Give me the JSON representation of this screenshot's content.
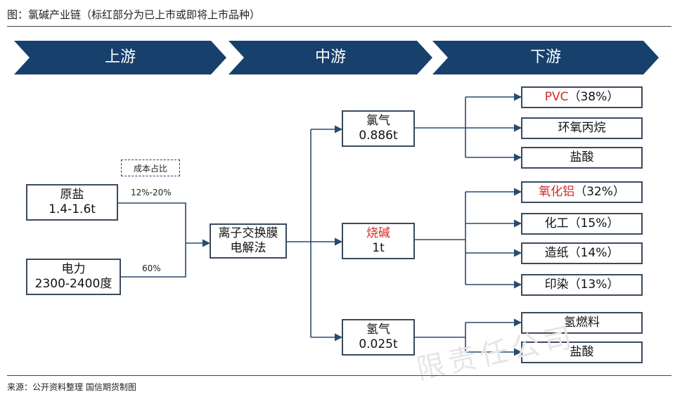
{
  "figure": {
    "title": "图：氯碱产业链（标红部分为已上市或即将上市品种）",
    "source": "来源：公开资料整理 国信期货制图"
  },
  "stages": [
    "上游",
    "中游",
    "下游"
  ],
  "colors": {
    "stage_arrow": "#17406d",
    "connector": "#2a4a6e",
    "highlight": "#d42b25",
    "box_border": "#3b4a5c"
  },
  "upstream": {
    "inputs": [
      {
        "name": "原盐",
        "amount": "1.4-1.6t",
        "cost_share": "12%-20%"
      },
      {
        "name": "电力",
        "amount": "2300-2400度",
        "cost_share": "60%"
      }
    ],
    "cost_label": "成本占比"
  },
  "process": {
    "line1": "离子交换膜",
    "line2": "电解法"
  },
  "midstream": [
    {
      "name": "氯气",
      "amount": "0.886t"
    },
    {
      "name": "烧碱",
      "amount": "1t"
    },
    {
      "name": "氢气",
      "amount": "0.025t"
    }
  ],
  "downstream": {
    "chlorine": [
      {
        "name": "PVC",
        "share": "（38%）"
      },
      {
        "name": "环氧丙烷",
        "share": ""
      },
      {
        "name": "盐酸",
        "share": ""
      }
    ],
    "caustic_soda": [
      {
        "name": "氧化铝",
        "share": "（32%）"
      },
      {
        "name": "化工",
        "share": "（15%）"
      },
      {
        "name": "造纸",
        "share": "（14%）"
      },
      {
        "name": "印染",
        "share": "（13%）"
      }
    ],
    "hydrogen": [
      {
        "name": "氢燃料",
        "share": ""
      },
      {
        "name": "盐酸",
        "share": ""
      }
    ]
  },
  "watermark": "限责任公司"
}
